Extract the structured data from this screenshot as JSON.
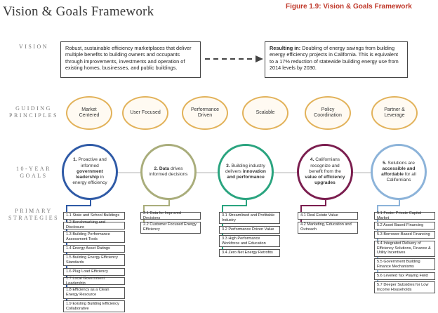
{
  "header": {
    "title": "Vision & Goals Framework",
    "figure_label": "Figure 1.9: Vision & Goals Framework"
  },
  "row_labels": {
    "vision": "VISION",
    "guiding_1": "GUIDING",
    "guiding_2": "PRINCIPLES",
    "goals_1": "10-YEAR",
    "goals_2": "GOALS",
    "strategies_1": "PRIMARY",
    "strategies_2": "STRATEGIES"
  },
  "vision": {
    "text": "Robust, sustainable efficiency marketplaces that deliver multiple benefits to building owners and occupants through improvements, investments and operation of existing homes, businesses, and public buildings.",
    "result_label": "Resulting in:",
    "result_text": " Doubling of energy savings from building energy efficiency projects in California.  This is equivalent to a 17% reduction of statewide building energy use from 2014 levels by 2030."
  },
  "principles": [
    {
      "label": "Market Centered"
    },
    {
      "label": "User Focused"
    },
    {
      "label": "Performance Driven"
    },
    {
      "label": "Scalable"
    },
    {
      "label": "Policy Coordination"
    },
    {
      "label": "Partner & Leverage"
    }
  ],
  "goals": [
    {
      "num": "1.",
      "pre": " Proactive and informed ",
      "bold": "government leadership",
      "post": " in energy efficiency",
      "color": "#2f5aa6"
    },
    {
      "num": "2.",
      "pre": " ",
      "bold": "Data",
      "post": " drives informed decisions",
      "color": "#a9ad7b"
    },
    {
      "num": "3.",
      "pre": " Building industry delivers ",
      "bold": "innovation and performance",
      "post": "",
      "color": "#2aa47f"
    },
    {
      "num": "4.",
      "pre": " Californians recognize and benefit from the ",
      "bold": "value of efficiency upgrades",
      "post": "",
      "color": "#7b1e4f"
    },
    {
      "num": "5.",
      "pre": " Solutions are ",
      "bold": "accessible and affordable",
      "post": " for all Californians",
      "color": "#8cb3d9"
    }
  ],
  "strategies": [
    {
      "color": "#2f5aa6",
      "items": [
        "1.1 State and School Buildings",
        "1.2 Benchmarking and Disclosure",
        "1.3 Building Performance Assessment Tools",
        "1.4 Energy Asset Ratings",
        "1.5 Building Energy Efficiency Standards",
        "1.6 Plug Load Efficiency",
        "1.7 Local Government Leadership",
        "1.8 Efficiency as a Clean Energy Resource",
        "1.9 Existing Building Efficiency Collaborative"
      ]
    },
    {
      "color": "#a9ad7b",
      "items": [
        "2.1 Data for Improved Decisions",
        "2.2 Customer Focused Energy Efficiency"
      ]
    },
    {
      "color": "#2aa47f",
      "items": [
        "3.1 Streamlined and Profitable Industry",
        "3.2 Performance Driven Value",
        "3.3 High Performance Workforce and Education",
        "3.4 Zero Net Energy Retrofits"
      ]
    },
    {
      "color": "#7b1e4f",
      "items": [
        "4.1 Real Estate Value",
        "4.2 Marketing, Education and Outreach"
      ]
    },
    {
      "color": "#8cb3d9",
      "items": [
        "5.1 Foster Private Capital Market",
        "5.2 Asset Based Financing",
        "5.3 Borrower-Based Financing",
        "5.4 Integrated Delivery of Efficiency Solutions, Finance & Utility Incentives",
        "5.5 Government Building Finance Mechanisms",
        "5.6 Leveled Tax Playing Field",
        "5.7 Deeper Subsidies for Low Income Households"
      ]
    }
  ]
}
